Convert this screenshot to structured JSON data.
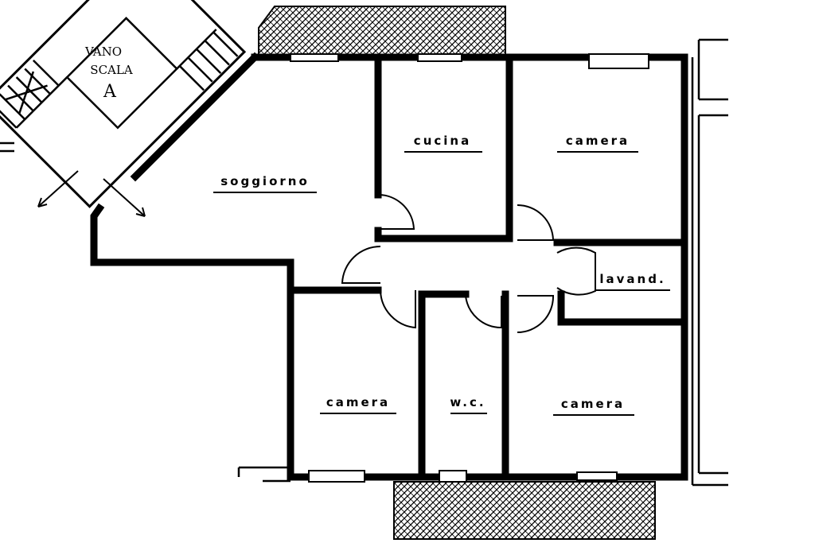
{
  "stair": {
    "line1": "VANO",
    "line2": "SCALA",
    "line3": "A"
  },
  "rooms": {
    "soggiorno": "soggiorno",
    "cucina": "cucina",
    "camera_top": "camera",
    "lavand": "lavand.",
    "camera_bl": "camera",
    "wc": "w.c.",
    "camera_br": "camera"
  }
}
